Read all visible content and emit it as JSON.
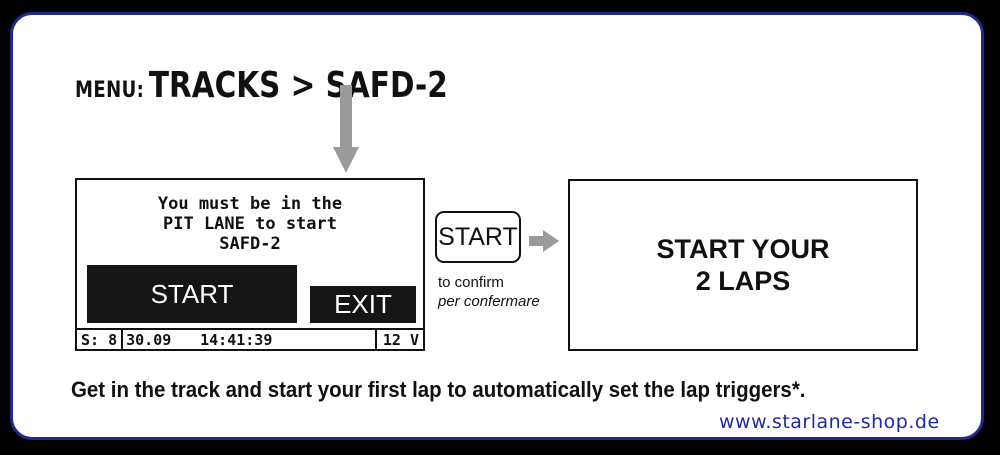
{
  "header": {
    "menu_prefix": "MENU:",
    "menu_path": "TRACKS > SAFD-2"
  },
  "device_screen": {
    "message_lines": [
      "You must be in the",
      "PIT LANE to start",
      "SAFD-2"
    ],
    "start_label": "START",
    "exit_label": "EXIT",
    "status": {
      "satellites": "S: 8",
      "date": "30.09",
      "time": "14:41:39",
      "voltage": "12 V"
    }
  },
  "hardware_button": {
    "label": "START",
    "hint_en": "to confirm",
    "hint_it": "per confermare"
  },
  "result_screen": {
    "lines": [
      "START YOUR",
      "2 LAPS"
    ]
  },
  "footer": {
    "instructions": "Get in the track and start your first lap to automatically set the lap triggers*.",
    "website": "www.starlane-shop.de"
  },
  "colors": {
    "frame_border": "#1f2a8a",
    "arrow_gray": "#9a9a9a",
    "website_blue": "#1f2aa0",
    "screen_button_bg": "#151515"
  },
  "icons": [
    "down-arrow-icon",
    "right-arrow-icon"
  ]
}
